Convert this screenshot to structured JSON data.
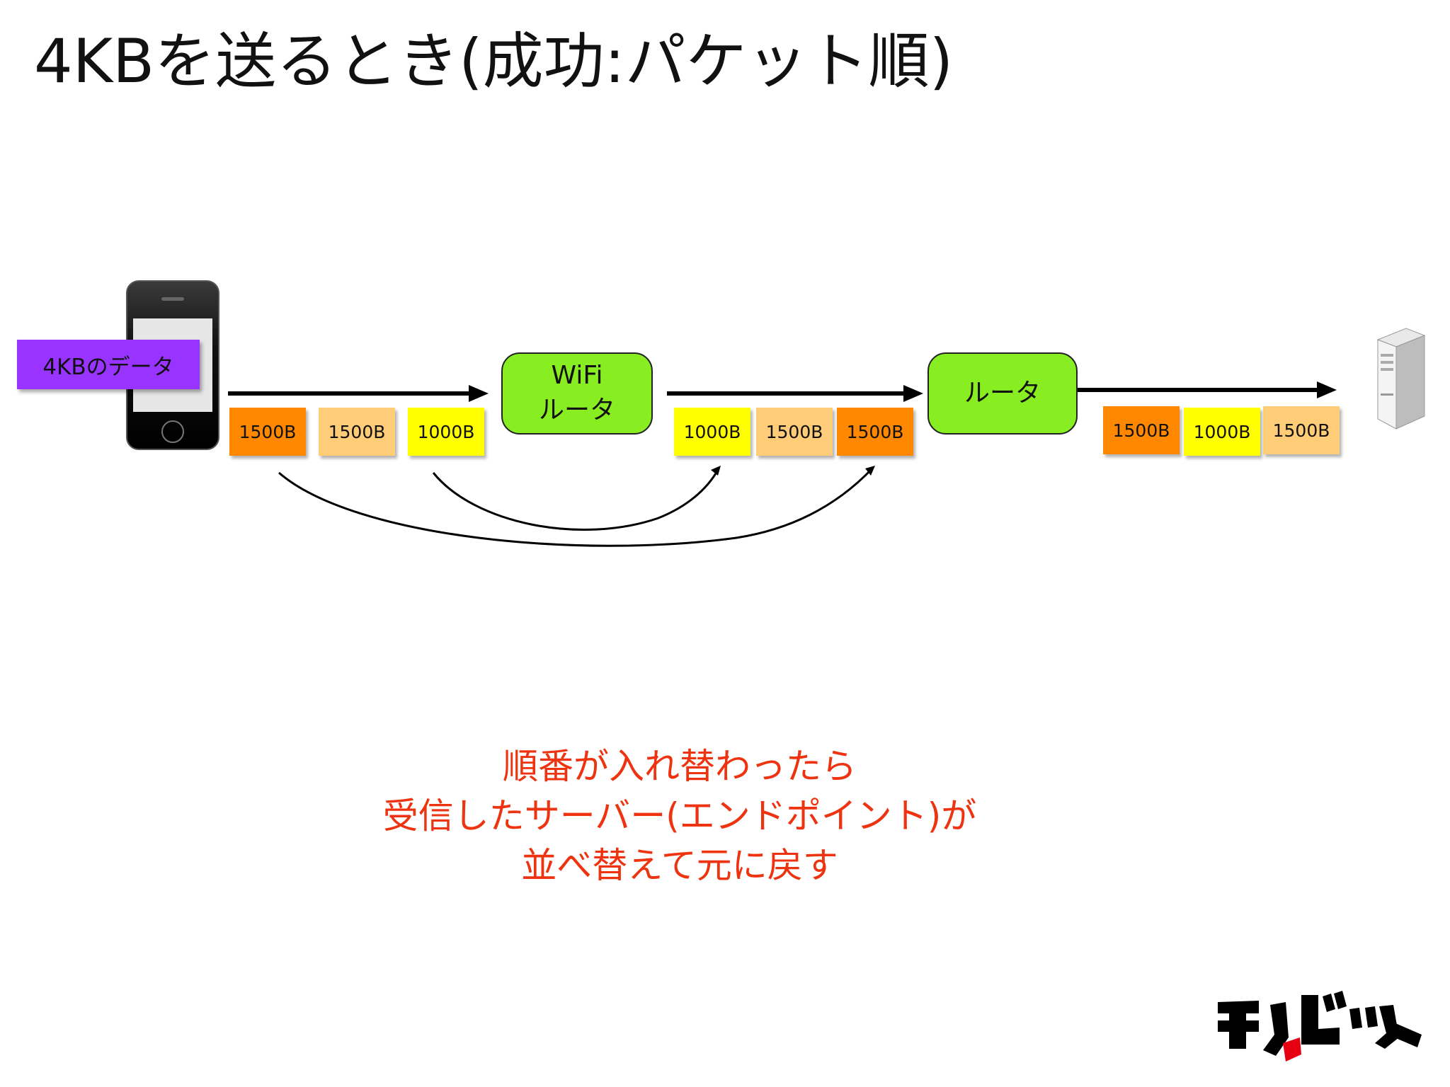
{
  "title": "4KBを送るとき(成功:パケット順)",
  "data_label": "4KBのデータ",
  "routers": {
    "wifi": {
      "line1": "WiFi",
      "line2": "ルータ"
    },
    "router": {
      "label": "ルータ"
    }
  },
  "packets": {
    "sender": [
      "1500B",
      "1500B",
      "1000B"
    ],
    "after_wifi": [
      "1000B",
      "1500B",
      "1500B"
    ],
    "after_router": [
      "1500B",
      "1000B",
      "1500B"
    ]
  },
  "colors": {
    "dark_orange": "#ff8800",
    "light_orange": "#ffcc77",
    "yellow": "#ffff00",
    "router_green": "#88ee22",
    "data_purple": "#9933ff",
    "note_red": "#ee3311"
  },
  "note": {
    "line1": "順番が入れ替わったら",
    "line2": "受信したサーバー(エンドポイント)が",
    "line3": "並べ替えて元に戻す"
  },
  "logo_text": "モノビット"
}
